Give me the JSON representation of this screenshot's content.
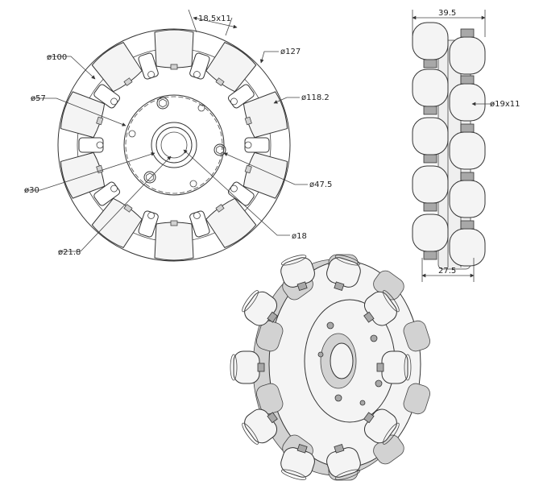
{
  "drawing": {
    "front_view": {
      "labels": {
        "roller_width": "18.5x11",
        "outer_dia": "ø127",
        "inner_roller_circle": "ø118.2",
        "dia_100": "ø100",
        "dia_57": "ø57",
        "dia_30": "ø30",
        "dia_47_5": "ø47.5",
        "dia_21_8": "ø21.8",
        "dia_18": "ø18"
      },
      "roller_count": 10
    },
    "side_view": {
      "labels": {
        "overall_width": "39.5",
        "roller_size": "ø19x11",
        "hub_width": "27.5"
      }
    },
    "iso_view": {
      "roller_count": 10
    },
    "colors": {
      "line": "#333333",
      "roller_fill": "#f4f4f4",
      "shade": "#d2d2d2"
    }
  }
}
